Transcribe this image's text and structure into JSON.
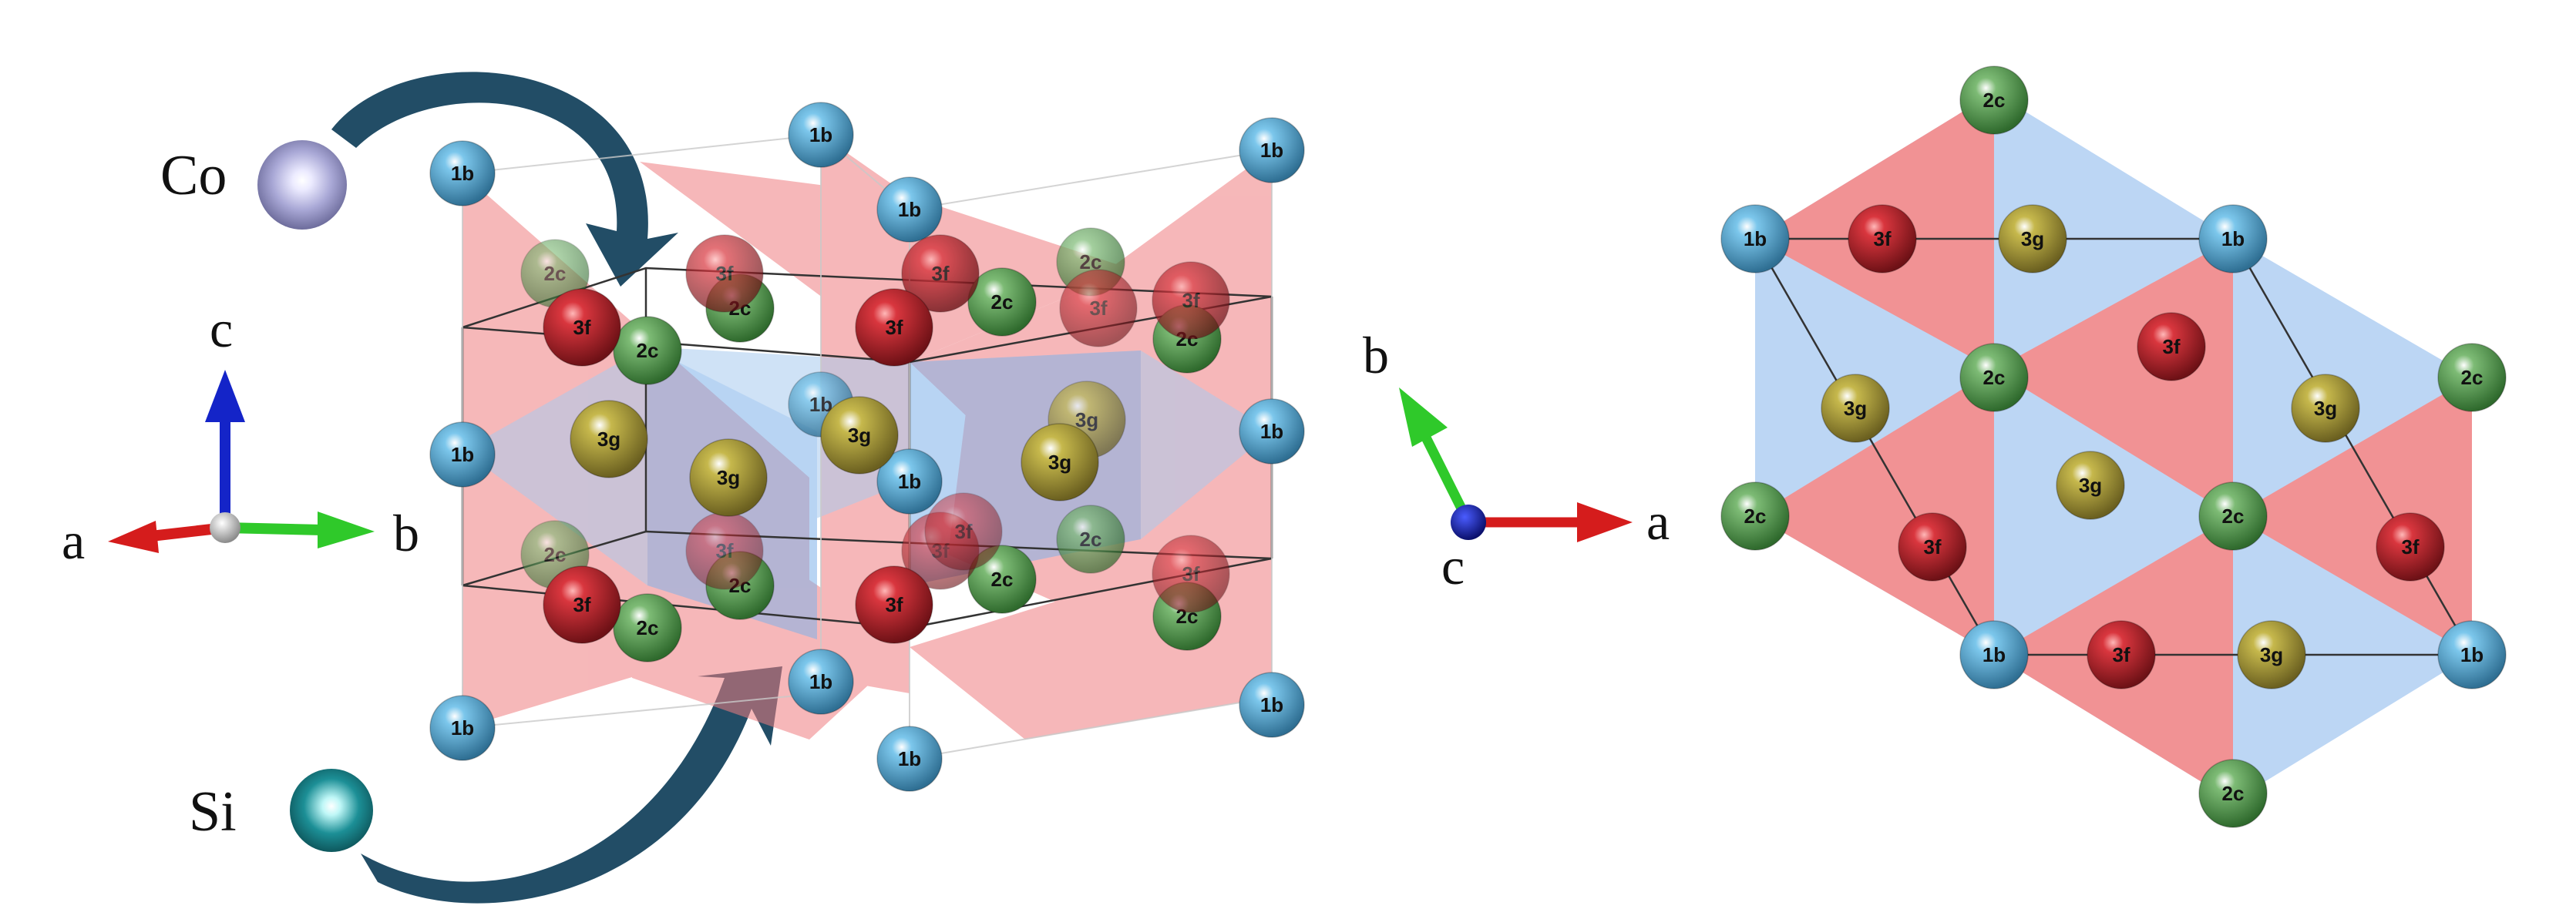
{
  "colors": {
    "site_1b": "#7cc7ec",
    "site_2c": "#7dbb75",
    "site_3f": "#d9363e",
    "site_3g": "#c6b84c",
    "co_atom": "#a9a8d6",
    "si_atom": "#1c8f96",
    "face_red": "#ef7e80",
    "face_blue": "#a9cbef",
    "arrow_fill": "#224d66",
    "axis_a": "#d51c1c",
    "axis_b": "#2fc92a",
    "axis_c": "#1424c8"
  },
  "legend": {
    "co": {
      "label": "Co"
    },
    "si": {
      "label": "Si"
    }
  },
  "left_axes": {
    "a": "a",
    "b": "b",
    "c": "c"
  },
  "right_axes": {
    "a": "a",
    "b": "b",
    "c": "c"
  },
  "site_labels": {
    "s1b": "1b",
    "s2c": "2c",
    "s3f": "3f",
    "s3g": "3g"
  },
  "perspective_atoms": [
    {
      "site": "s1b",
      "label": "1b"
    },
    {
      "site": "s1b",
      "label": "1b"
    },
    {
      "site": "s1b",
      "label": "1b"
    },
    {
      "site": "s1b",
      "label": "1b"
    },
    {
      "site": "s1b",
      "label": "1b"
    },
    {
      "site": "s1b",
      "label": "1b"
    },
    {
      "site": "s1b",
      "label": "1b"
    },
    {
      "site": "s1b",
      "label": "1b"
    },
    {
      "site": "s1b",
      "label": "1b"
    },
    {
      "site": "s1b",
      "label": "1b"
    },
    {
      "site": "s1b",
      "label": "1b"
    },
    {
      "site": "s1b",
      "label": "1b"
    },
    {
      "site": "s2c",
      "label": "2c"
    },
    {
      "site": "s2c",
      "label": "2c"
    },
    {
      "site": "s2c",
      "label": "2c"
    },
    {
      "site": "s2c",
      "label": "2c"
    },
    {
      "site": "s2c",
      "label": "2c"
    },
    {
      "site": "s2c",
      "label": "2c"
    },
    {
      "site": "s2c",
      "label": "2c"
    },
    {
      "site": "s2c",
      "label": "2c"
    },
    {
      "site": "s2c",
      "label": "2c"
    },
    {
      "site": "s2c",
      "label": "2c"
    },
    {
      "site": "s2c",
      "label": "2c"
    },
    {
      "site": "s2c",
      "label": "2c"
    },
    {
      "site": "s3f",
      "label": "3f"
    },
    {
      "site": "s3f",
      "label": "3f"
    },
    {
      "site": "s3f",
      "label": "3f"
    },
    {
      "site": "s3f",
      "label": "3f"
    },
    {
      "site": "s3f",
      "label": "3f"
    },
    {
      "site": "s3f",
      "label": "3f"
    },
    {
      "site": "s3f",
      "label": "3f"
    },
    {
      "site": "s3f",
      "label": "3f"
    },
    {
      "site": "s3f",
      "label": "3f"
    },
    {
      "site": "s3f",
      "label": "3f"
    },
    {
      "site": "s3f",
      "label": "3f"
    },
    {
      "site": "s3f",
      "label": "3f"
    },
    {
      "site": "s3g",
      "label": "3g"
    },
    {
      "site": "s3g",
      "label": "3g"
    },
    {
      "site": "s3g",
      "label": "3g"
    },
    {
      "site": "s3g",
      "label": "3g"
    },
    {
      "site": "s3g",
      "label": "3g"
    }
  ],
  "plan_atoms": [
    {
      "site": "s2c",
      "label": "2c"
    },
    {
      "site": "s1b",
      "label": "1b"
    },
    {
      "site": "s3f",
      "label": "3f"
    },
    {
      "site": "s3g",
      "label": "3g"
    },
    {
      "site": "s1b",
      "label": "1b"
    },
    {
      "site": "s3f",
      "label": "3f"
    },
    {
      "site": "s2c",
      "label": "2c"
    },
    {
      "site": "s2c",
      "label": "2c"
    },
    {
      "site": "s3g",
      "label": "3g"
    },
    {
      "site": "s3g",
      "label": "3g"
    },
    {
      "site": "s3g",
      "label": "3g"
    },
    {
      "site": "s2c",
      "label": "2c"
    },
    {
      "site": "s2c",
      "label": "2c"
    },
    {
      "site": "s3f",
      "label": "3f"
    },
    {
      "site": "s3f",
      "label": "3f"
    },
    {
      "site": "s1b",
      "label": "1b"
    },
    {
      "site": "s3f",
      "label": "3f"
    },
    {
      "site": "s3g",
      "label": "3g"
    },
    {
      "site": "s1b",
      "label": "1b"
    },
    {
      "site": "s2c",
      "label": "2c"
    }
  ]
}
